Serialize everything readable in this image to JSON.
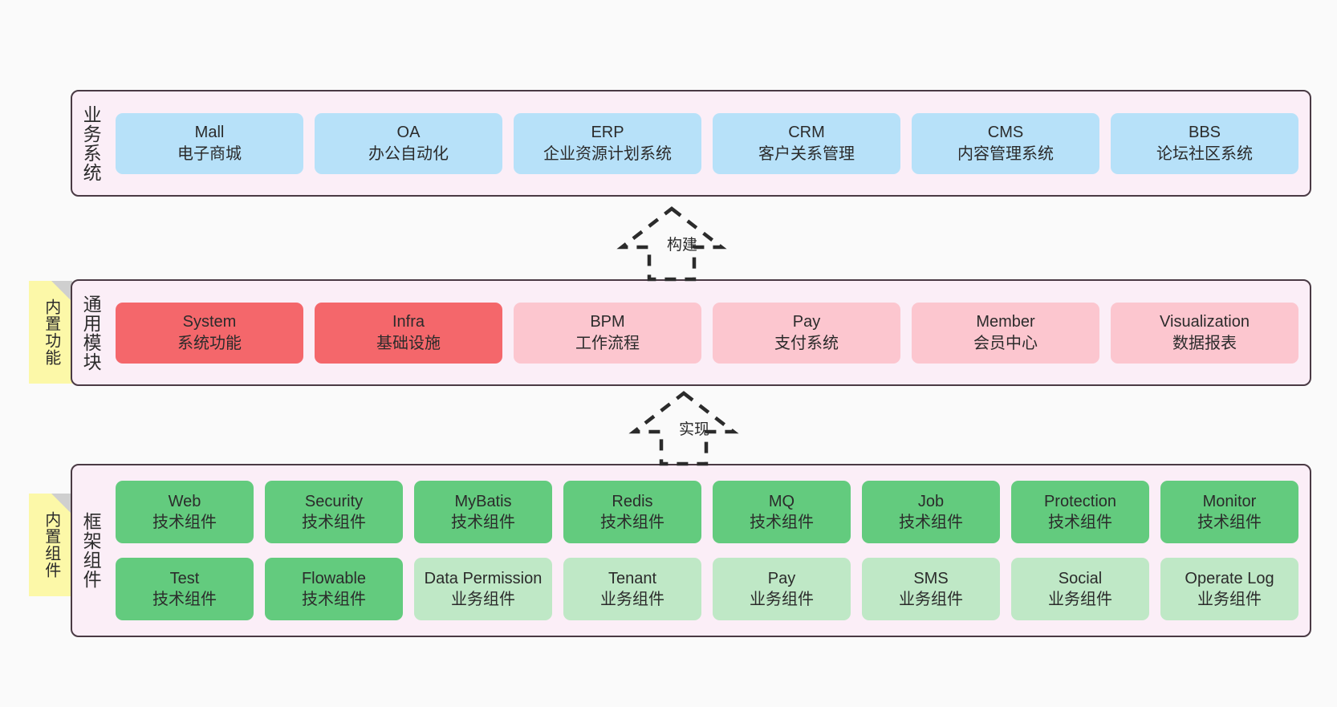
{
  "layers": [
    {
      "id": "business",
      "title": "业务系统",
      "note": null,
      "rows": [
        {
          "cards": [
            {
              "name": "Mall",
              "desc": "电子商城",
              "color": "blue"
            },
            {
              "name": "OA",
              "desc": "办公自动化",
              "color": "blue"
            },
            {
              "name": "ERP",
              "desc": "企业资源计划系统",
              "color": "blue"
            },
            {
              "name": "CRM",
              "desc": "客户关系管理",
              "color": "blue"
            },
            {
              "name": "CMS",
              "desc": "内容管理系统",
              "color": "blue"
            },
            {
              "name": "BBS",
              "desc": "论坛社区系统",
              "color": "blue"
            }
          ]
        }
      ]
    },
    {
      "id": "common",
      "title": "通用模块",
      "note": "内置功能",
      "rows": [
        {
          "cards": [
            {
              "name": "System",
              "desc": "系统功能",
              "color": "red"
            },
            {
              "name": "Infra",
              "desc": "基础设施",
              "color": "red"
            },
            {
              "name": "BPM",
              "desc": "工作流程",
              "color": "pink"
            },
            {
              "name": "Pay",
              "desc": "支付系统",
              "color": "pink"
            },
            {
              "name": "Member",
              "desc": "会员中心",
              "color": "pink"
            },
            {
              "name": "Visualization",
              "desc": "数据报表",
              "color": "pink"
            }
          ]
        }
      ]
    },
    {
      "id": "framework",
      "title": "框架组件",
      "note": "内置组件",
      "rows": [
        {
          "cards": [
            {
              "name": "Web",
              "desc": "技术组件",
              "color": "green"
            },
            {
              "name": "Security",
              "desc": "技术组件",
              "color": "green"
            },
            {
              "name": "MyBatis",
              "desc": "技术组件",
              "color": "green"
            },
            {
              "name": "Redis",
              "desc": "技术组件",
              "color": "green"
            },
            {
              "name": "MQ",
              "desc": "技术组件",
              "color": "green"
            },
            {
              "name": "Job",
              "desc": "技术组件",
              "color": "green"
            },
            {
              "name": "Protection",
              "desc": "技术组件",
              "color": "green"
            },
            {
              "name": "Monitor",
              "desc": "技术组件",
              "color": "green"
            }
          ]
        },
        {
          "cards": [
            {
              "name": "Test",
              "desc": "技术组件",
              "color": "green"
            },
            {
              "name": "Flowable",
              "desc": "技术组件",
              "color": "green"
            },
            {
              "name": "Data Permission",
              "desc": "业务组件",
              "color": "mint"
            },
            {
              "name": "Tenant",
              "desc": "业务组件",
              "color": "mint"
            },
            {
              "name": "Pay",
              "desc": "业务组件",
              "color": "mint"
            },
            {
              "name": "SMS",
              "desc": "业务组件",
              "color": "mint"
            },
            {
              "name": "Social",
              "desc": "业务组件",
              "color": "mint"
            },
            {
              "name": "Operate Log",
              "desc": "业务组件",
              "color": "mint"
            }
          ]
        }
      ]
    }
  ],
  "connectors": [
    {
      "id": "build",
      "label": "构建",
      "from": "common",
      "to": "business",
      "style": "dashed-hollow-triangle"
    },
    {
      "id": "implement",
      "label": "实现",
      "from": "framework",
      "to": "common",
      "style": "dashed-hollow-triangle"
    }
  ],
  "colors": {
    "background": "#fafafa",
    "band_fill": "#fbeef7",
    "band_border": "#4a3a44",
    "note_fill": "#fcf8a8",
    "note_fold": "#cfcfcf",
    "blue": "#b7e1f9",
    "red": "#f4676b",
    "pink": "#fcc6cf",
    "green": "#63cb7e",
    "mint": "#bfe8c6",
    "text": "#2b2b2b"
  }
}
